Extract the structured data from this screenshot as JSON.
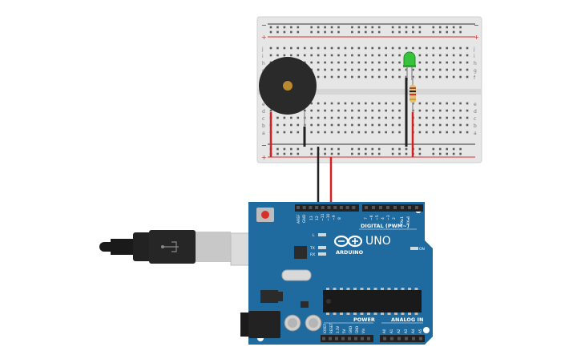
{
  "breadboard": {
    "row_letters_top": [
      "j",
      "i",
      "h",
      "g",
      "f"
    ],
    "row_letters_bottom": [
      "e",
      "d",
      "c",
      "b",
      "a"
    ],
    "rail_minus": "−",
    "rail_plus": "+"
  },
  "arduino": {
    "logo_text": "ARDUINO",
    "model_text": "UNO",
    "digital_header_label": "DIGITAL (PWM~)",
    "power_header_label": "POWER",
    "analog_header_label": "ANALOG IN",
    "on_label": "ON",
    "l_label": "L",
    "tx_label": "TX",
    "rx_label": "RX",
    "aref_label": "AREF",
    "gnd_label": "GND",
    "digital_pins": [
      "13",
      "12",
      "~11",
      "~10",
      "~9",
      "8",
      "7",
      "~6",
      "~5",
      "4",
      "~3",
      "2",
      "TX▸1",
      "RX◂0"
    ],
    "power_pins": [
      "IOREF",
      "RESET",
      "3.3V",
      "5V",
      "GND",
      "GND",
      "Vin"
    ],
    "analog_pins": [
      "A0",
      "A1",
      "A2",
      "A3",
      "A4",
      "A5"
    ]
  },
  "colors": {
    "board_blue": "#1f6ba0",
    "breadboard": "#e6e6e6",
    "rail_red": "#d9302b",
    "wire_black": "#222222",
    "wire_red": "#d81f1f",
    "led_green": "#36c23a",
    "buzzer": "#2a2a2a"
  },
  "icons": [
    "usb-cable-icon",
    "led-icon",
    "resistor-icon",
    "piezo-buzzer-icon",
    "chip-icon"
  ]
}
